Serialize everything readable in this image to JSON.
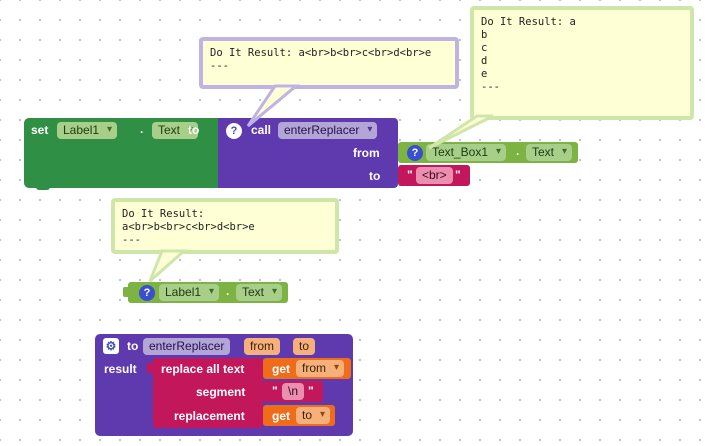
{
  "set_block": {
    "keyword_set": "set",
    "component": "Label1",
    "dot": ".",
    "property": "Text",
    "keyword_to": "to"
  },
  "call_block": {
    "keyword_call": "call",
    "procedure": "enterReplacer",
    "arg_from": "from",
    "arg_to": "to"
  },
  "textbox_getter": {
    "component": "Text_Box1",
    "dot": ".",
    "property": "Text"
  },
  "br_text": {
    "open_quote": "\"",
    "value": "<br>",
    "close_quote": "\""
  },
  "label_getter": {
    "component": "Label1",
    "dot": ".",
    "property": "Text"
  },
  "bubble_call": {
    "text": "Do It Result: a<br>b<br>c<br>d<br>e\n---"
  },
  "bubble_textbox": {
    "text": "Do It Result: a\nb\nc\nd\ne\n---"
  },
  "bubble_label": {
    "text": "Do It Result:\na<br>b<br>c<br>d<br>e\n---"
  },
  "procedure_def": {
    "keyword_to": "to",
    "name": "enterReplacer",
    "param1": "from",
    "param2": "to",
    "keyword_result": "result",
    "replace_label": "replace all text",
    "segment_label": "segment",
    "replacement_label": "replacement",
    "get_keyword": "get",
    "get_from": "from",
    "get_to": "to",
    "newline_open_quote": "\"",
    "newline_value": "\\n",
    "newline_close_quote": "\""
  },
  "help_icon": "?",
  "gear_icon": "⚙",
  "colors": {
    "set_green": "#2f8f44",
    "procedure_purple": "#5f39ae",
    "component_green": "#7cb342",
    "text_magenta": "#c2185b",
    "get_orange": "#ef6c1a",
    "bubble_bg": "#ffffd6"
  }
}
